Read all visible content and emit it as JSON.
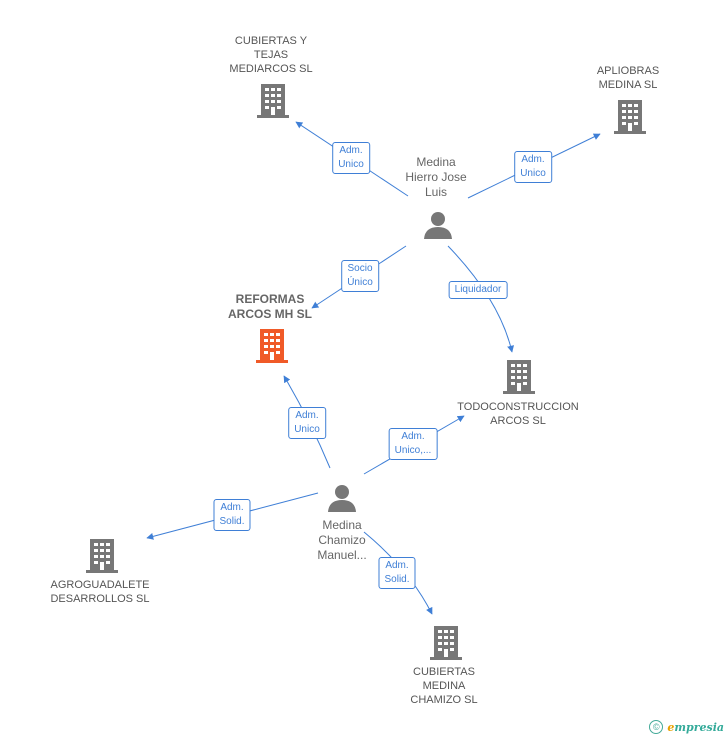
{
  "colors": {
    "edge": "#3f7fd6",
    "building": "#777777",
    "main_building": "#f05a28",
    "person": "#777777"
  },
  "nodes": {
    "cubiertas_tejas": {
      "label": "CUBIERTAS Y\nTEJAS\nMEDIARCOS SL",
      "icon": "building-icon"
    },
    "apliobras": {
      "label": "APLIOBRAS\nMEDINA SL",
      "icon": "building-icon"
    },
    "medina_hierro": {
      "label": "Medina\nHierro Jose\nLuis",
      "icon": "person-icon"
    },
    "reformas": {
      "label": "REFORMAS\nARCOS MH SL",
      "icon": "building-icon"
    },
    "todoconstruccion": {
      "label": "TODOCONSTRUCCION\nARCOS SL",
      "icon": "building-icon"
    },
    "medina_chamizo": {
      "label": "Medina\nChamizo\nManuel...",
      "icon": "person-icon"
    },
    "agroguadalete": {
      "label": "AGROGUADALETE\nDESARROLLOS SL",
      "icon": "building-icon"
    },
    "cubiertas_medina": {
      "label": "CUBIERTAS\nMEDINA\nCHAMIZO SL",
      "icon": "building-icon"
    }
  },
  "edges": {
    "e1": "Adm.\nUnico",
    "e2": "Adm.\nUnico",
    "e3": "Socio\nÚnico",
    "e4": "Liquidador",
    "e5": "Adm.\nUnico",
    "e6": "Adm.\nUnico,...",
    "e7": "Adm.\nSolid.",
    "e8": "Adm.\nSolid."
  },
  "footer": {
    "copyright": "©",
    "brand_initial": "e",
    "brand_rest": "mpresia"
  }
}
